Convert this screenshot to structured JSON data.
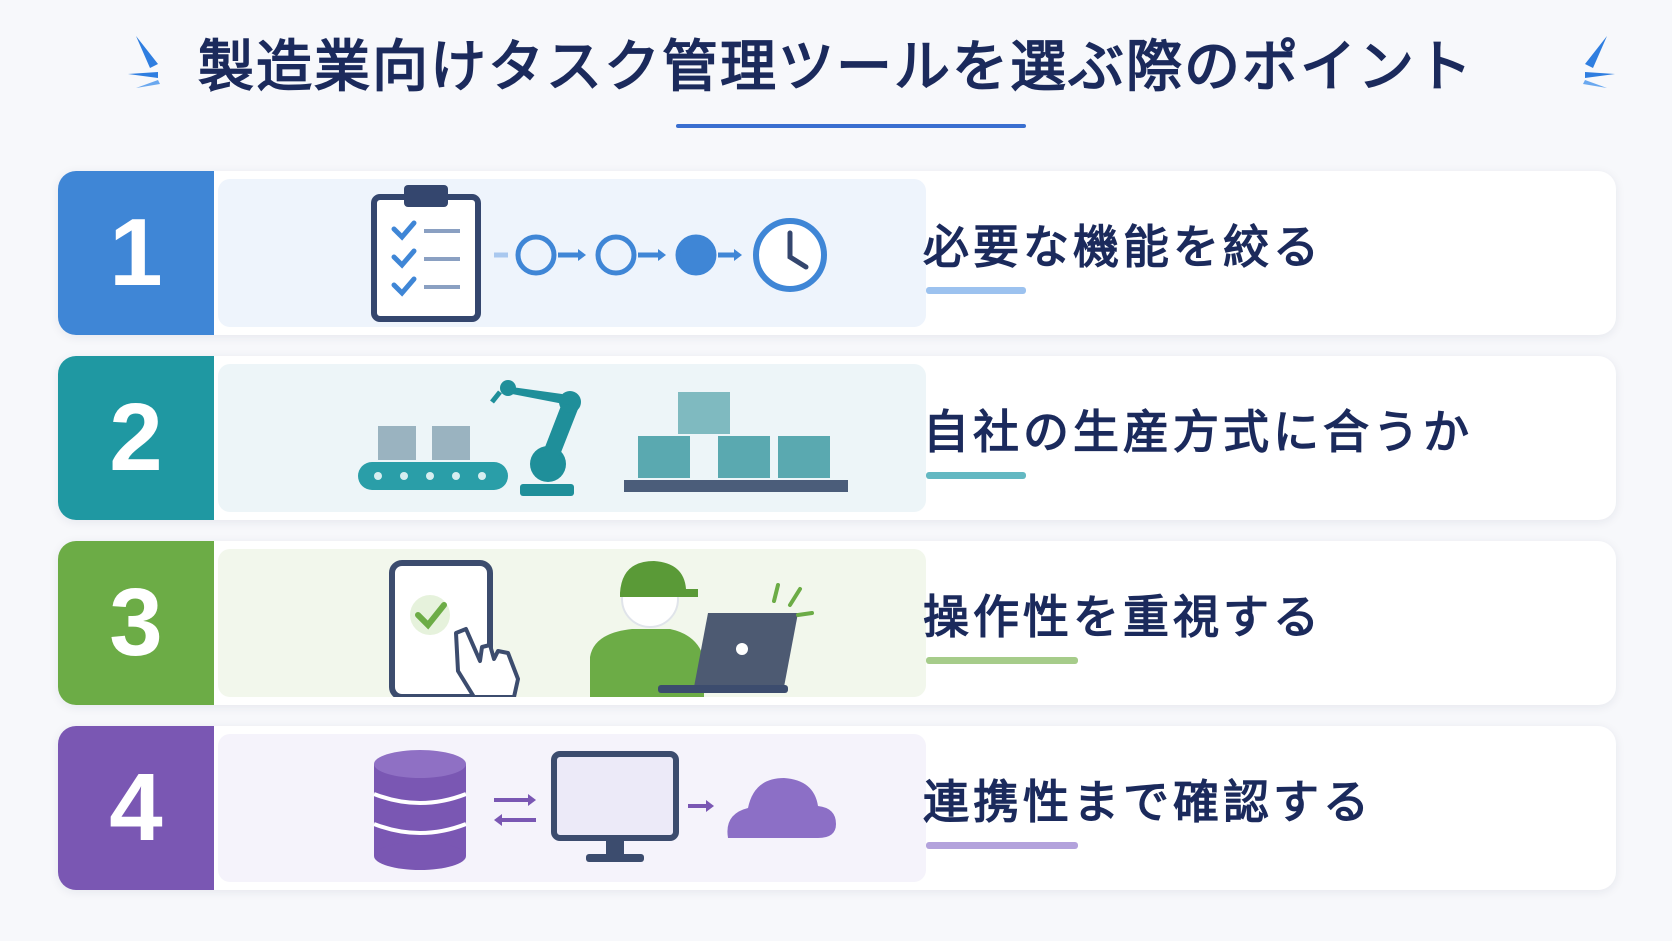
{
  "title": "製造業向けタスク管理ツールを選ぶ際のポイント",
  "colors": {
    "title": "#1b2a5c",
    "underline": "#3a6fd0",
    "point1": "#3f86d6",
    "point2": "#1f98a2",
    "point3": "#6cac46",
    "point4": "#7a57b3"
  },
  "points": [
    {
      "number": "1",
      "label": "必要な機能を絞る",
      "icons": [
        "clipboard-checklist-icon",
        "workflow-steps-icon",
        "clock-icon"
      ]
    },
    {
      "number": "2",
      "label": "自社の生産方式に合うか",
      "icons": [
        "conveyor-belt-icon",
        "robot-arm-icon",
        "stacked-boxes-icon"
      ]
    },
    {
      "number": "3",
      "label": "操作性を重視する",
      "icons": [
        "tablet-check-icon",
        "pointing-hand-icon",
        "worker-laptop-icon"
      ]
    },
    {
      "number": "4",
      "label": "連携性まで確認する",
      "icons": [
        "database-icon",
        "sync-arrows-icon",
        "monitor-icon",
        "cloud-icon"
      ]
    }
  ]
}
